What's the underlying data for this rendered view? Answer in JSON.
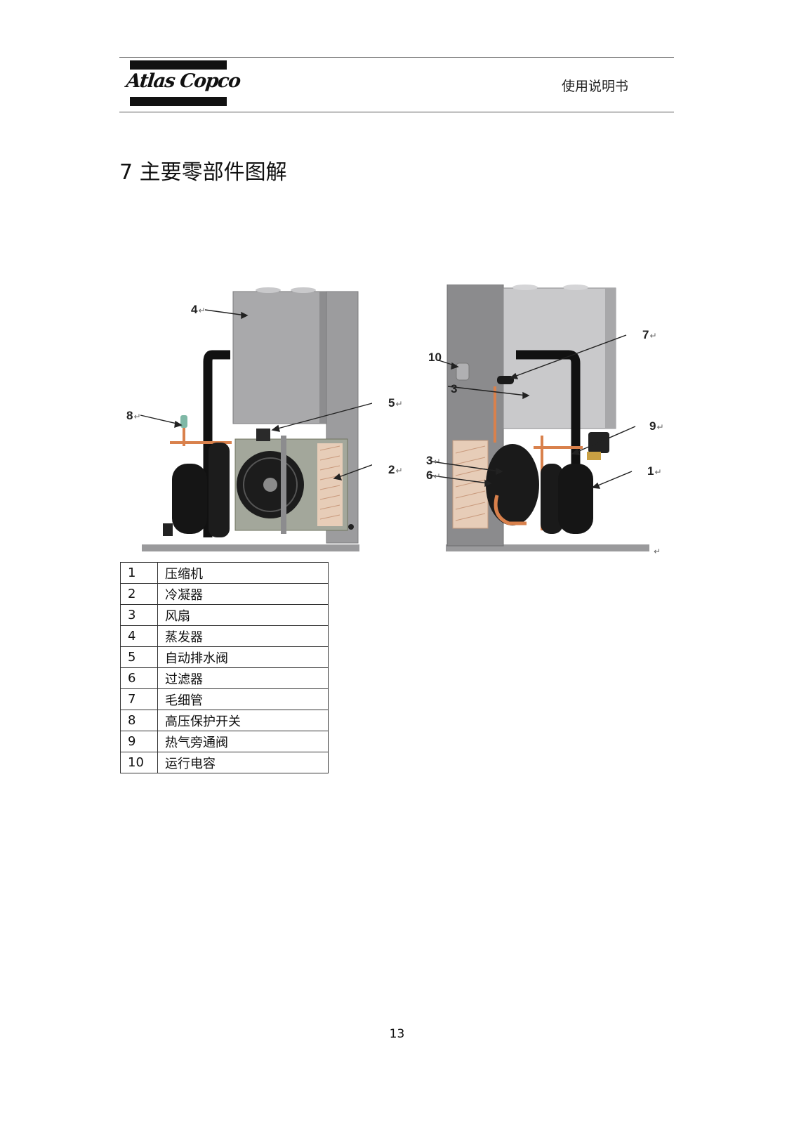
{
  "header": {
    "brand": "Atlas Copco",
    "doc_label": "使用说明书"
  },
  "section": {
    "title": "7 主要零部件图解"
  },
  "figure": {
    "left_callouts": [
      "4",
      "8",
      "5",
      "2"
    ],
    "right_callouts": [
      "10",
      "3",
      "7",
      "9",
      "3",
      "6",
      "1"
    ]
  },
  "parts_table": {
    "rows": [
      {
        "num": "1",
        "name": "压缩机"
      },
      {
        "num": "2",
        "name": "冷凝器"
      },
      {
        "num": "3",
        "name": "风扇"
      },
      {
        "num": "4",
        "name": "蒸发器"
      },
      {
        "num": "5",
        "name": "自动排水阀"
      },
      {
        "num": "6",
        "name": "过滤器"
      },
      {
        "num": "7",
        "name": "毛细管"
      },
      {
        "num": "8",
        "name": "高压保护开关"
      },
      {
        "num": "9",
        "name": "热气旁通阀"
      },
      {
        "num": "10",
        "name": "运行电容"
      }
    ]
  },
  "footer": {
    "page_number": "13"
  },
  "colors": {
    "cabinet": "#a8a8aa",
    "cabinet_dark": "#8a8a8c",
    "copper": "#d9814c",
    "condenser": "#e7cdb8",
    "text": "#111111"
  }
}
